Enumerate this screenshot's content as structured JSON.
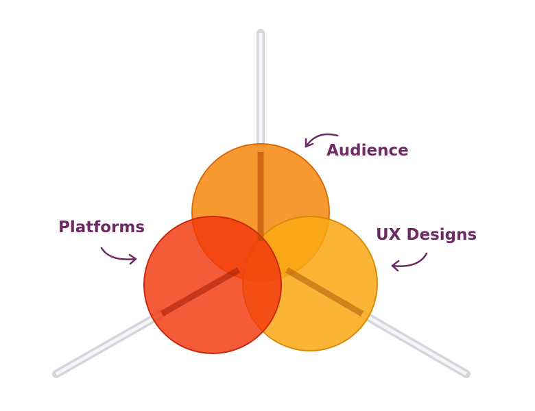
{
  "labels": {
    "audience": "Audience",
    "platforms": "Platforms",
    "ux_designs": "UX Designs"
  },
  "colors": {
    "label": "#6e2a63",
    "audience_candy": "#f78a14",
    "platforms_candy": "#f2370c",
    "ux_candy": "#f9a814",
    "stick": "#e8eaee"
  }
}
